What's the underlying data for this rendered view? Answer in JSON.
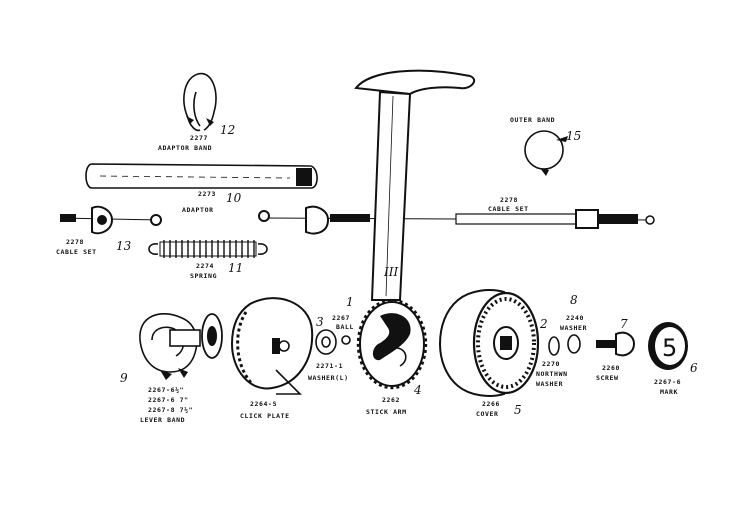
{
  "parts": {
    "adaptor_band": {
      "code": "2277",
      "name": "ADAPTOR BAND",
      "num": "12"
    },
    "adaptor": {
      "code": "2273",
      "name": "ADAPTOR",
      "num": "10"
    },
    "outer_band": {
      "name": "OUTER BAND",
      "num": "15"
    },
    "cable_set_right": {
      "code": "2278",
      "name": "CABLE SET"
    },
    "cable_set_left": {
      "code": "2278",
      "name": "CABLE SET",
      "num": "13"
    },
    "spring": {
      "code": "2274",
      "name": "SPRING",
      "num": "11"
    },
    "stick": {
      "num": "III"
    },
    "ball": {
      "code": "2267",
      "name": "BALL",
      "num": "1"
    },
    "washer_l": {
      "code": "2271-1",
      "name": "WASHER(L)",
      "num": "3"
    },
    "stick_arm": {
      "code": "2262",
      "name": "STICK ARM",
      "num": "4"
    },
    "click_plate": {
      "code": "2264-S",
      "name": "CLICK PLATE"
    },
    "lever_band": {
      "codes": [
        "2267-6½\"",
        "2267-6 7\"",
        "2267-8 7½\""
      ],
      "name": "LEVER BAND",
      "num": "9"
    },
    "cover": {
      "code": "2266",
      "name": "COVER",
      "num": "5"
    },
    "northwn_washer": {
      "code": "2270",
      "name": "NORTHWN",
      "name2": "WASHER",
      "num": "2"
    },
    "washer": {
      "code": "2240",
      "name": "WASHER",
      "num": "8"
    },
    "screw": {
      "code": "2260",
      "name": "SCREW",
      "num": "7"
    },
    "mark": {
      "code": "2267-6",
      "name": "MARK",
      "num": "6",
      "face": "5"
    }
  }
}
